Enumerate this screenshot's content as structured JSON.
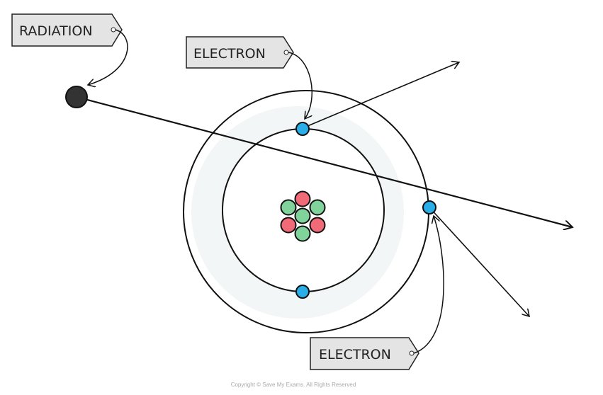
{
  "labels": {
    "radiation": "RADIATION",
    "electron_top": "ELECTRON",
    "electron_bottom": "ELECTRON"
  },
  "copyright": "Copyright © Save My Exams. All Rights Reserved",
  "colors": {
    "proton": "#f06a78",
    "neutron": "#7fd39b",
    "electron": "#29aee8",
    "radiation": "#333333",
    "label_bg": "#e4e4e4"
  }
}
